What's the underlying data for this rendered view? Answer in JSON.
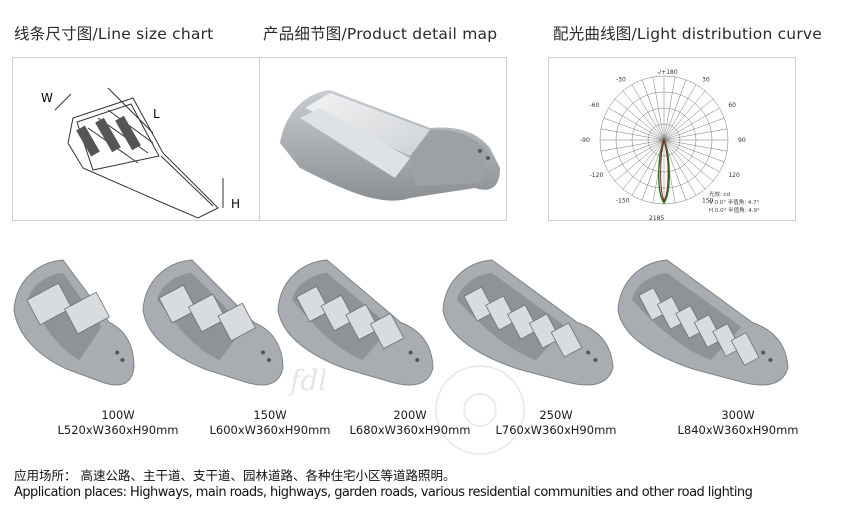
{
  "sections": [
    {
      "title": "线条尺寸图/Line size chart"
    },
    {
      "title": "产品细节图/Product detail map"
    },
    {
      "title": "配光曲线图/Light distribution curve"
    }
  ],
  "line_chart": {
    "w": "W",
    "l": "L",
    "h": "H"
  },
  "polar": {
    "top": "-/+180",
    "angles_left": [
      "-150",
      "-120",
      "-90",
      "-60",
      "-30"
    ],
    "angles_right": [
      "150",
      "120",
      "90",
      "60",
      "30"
    ],
    "bottom": "2185",
    "legend": [
      "光效: cd",
      "V 0.0°  半值角: 4.7°",
      "H 0.0°  半值角: 4.9°"
    ]
  },
  "products": [
    {
      "power": "100W",
      "size": "L520xW360xH90mm",
      "modules": 2
    },
    {
      "power": "150W",
      "size": "L600xW360xH90mm",
      "modules": 3
    },
    {
      "power": "200W",
      "size": "L680xW360xH90mm",
      "modules": 4
    },
    {
      "power": "250W",
      "size": "L760xW360xH90mm",
      "modules": 5
    },
    {
      "power": "300W",
      "size": "L840xW360xH90mm",
      "modules": 6
    }
  ],
  "watermark": {
    "brand": "fdl"
  },
  "application": {
    "cn": "应用场所：  高速公路、主干道、支干道、园林道路、各种住宅小区等道路照明。",
    "en": "Application places: Highways, main roads, highways, garden roads, various residential communities and other road lighting"
  },
  "colors": {
    "housing": "#a9adb1",
    "housing_dark": "#7f8387",
    "led": "#d9dcdf",
    "curve_v": "#1e7b1e",
    "curve_h": "#8b1a1a"
  }
}
